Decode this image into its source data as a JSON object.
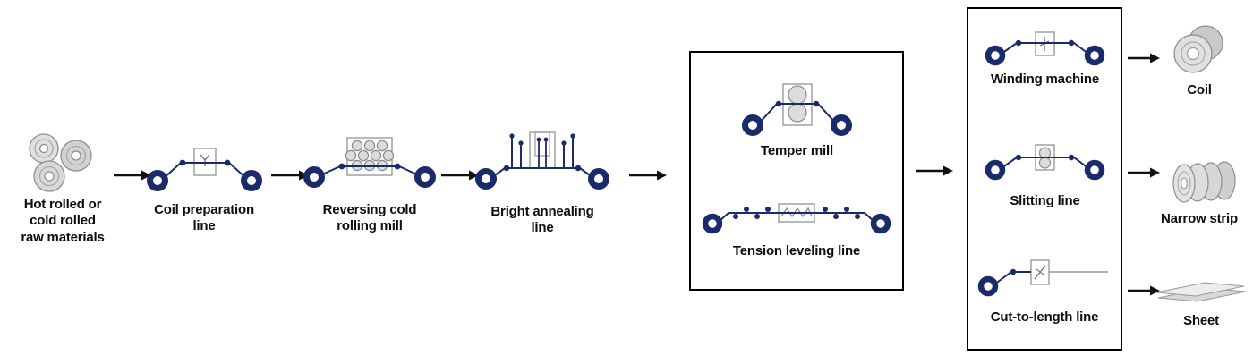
{
  "diagram": {
    "colors": {
      "line_navy": "#1b2a6a",
      "machine_outline": "#999999",
      "machine_fill": "#dcdcdc",
      "arrow_black": "#111111",
      "box_border": "#000000",
      "background": "#ffffff"
    },
    "icons": {
      "raw_materials": "stacked-coils-icon",
      "coil_preparation": "uncoiler-welder-recoiler-icon",
      "reversing_mill": "cluster-roll-mill-icon",
      "bright_annealing": "vertical-furnace-loopers-icon",
      "temper_mill": "two-high-roll-stand-icon",
      "tension_leveling": "multi-roll-leveler-icon",
      "winding_machine": "winder-stand-icon",
      "slitting_line": "slitter-knives-icon",
      "cut_to_length": "shear-table-icon",
      "coil_output": "coil-3d-icon",
      "narrow_strip_output": "narrow-coils-icon",
      "sheet_output": "flat-sheets-icon"
    },
    "stages": {
      "raw_materials": {
        "label": "Hot rolled or\ncold rolled\nraw materials"
      },
      "coil_preparation": {
        "label": "Coil preparation\nline"
      },
      "reversing_mill": {
        "label": "Reversing cold\nrolling mill"
      },
      "bright_annealing": {
        "label": "Bright annealing\nline"
      },
      "temper_mill": {
        "label": "Temper mill"
      },
      "tension_leveling": {
        "label": "Tension leveling line"
      },
      "winding_machine": {
        "label": "Winding machine"
      },
      "slitting_line": {
        "label": "Slitting line"
      },
      "cut_to_length": {
        "label": "Cut-to-length line"
      },
      "outputs": {
        "coil": {
          "label": "Coil"
        },
        "narrow_strip": {
          "label": "Narrow strip"
        },
        "sheet": {
          "label": "Sheet"
        }
      }
    }
  }
}
